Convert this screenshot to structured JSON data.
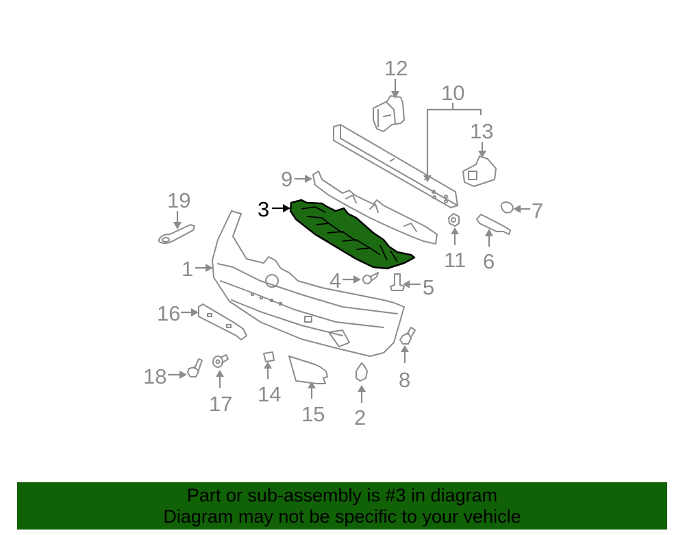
{
  "diagram": {
    "highlighted_part": "3",
    "highlight_color": "#1c6b12",
    "line_color": "#8c8c8c",
    "labels": [
      {
        "id": "1",
        "text": "1"
      },
      {
        "id": "2",
        "text": "2"
      },
      {
        "id": "3",
        "text": "3"
      },
      {
        "id": "4",
        "text": "4"
      },
      {
        "id": "5",
        "text": "5"
      },
      {
        "id": "6",
        "text": "6"
      },
      {
        "id": "7",
        "text": "7"
      },
      {
        "id": "8",
        "text": "8"
      },
      {
        "id": "9",
        "text": "9"
      },
      {
        "id": "10",
        "text": "10"
      },
      {
        "id": "11",
        "text": "11"
      },
      {
        "id": "12",
        "text": "12"
      },
      {
        "id": "13",
        "text": "13"
      },
      {
        "id": "14",
        "text": "14"
      },
      {
        "id": "15",
        "text": "15"
      },
      {
        "id": "16",
        "text": "16"
      },
      {
        "id": "17",
        "text": "17"
      },
      {
        "id": "18",
        "text": "18"
      },
      {
        "id": "19",
        "text": "19"
      }
    ]
  },
  "banner": {
    "line1": "Part or sub-assembly is #3 in diagram",
    "line2": "Diagram may not be specific to your vehicle",
    "background": "#116106"
  }
}
